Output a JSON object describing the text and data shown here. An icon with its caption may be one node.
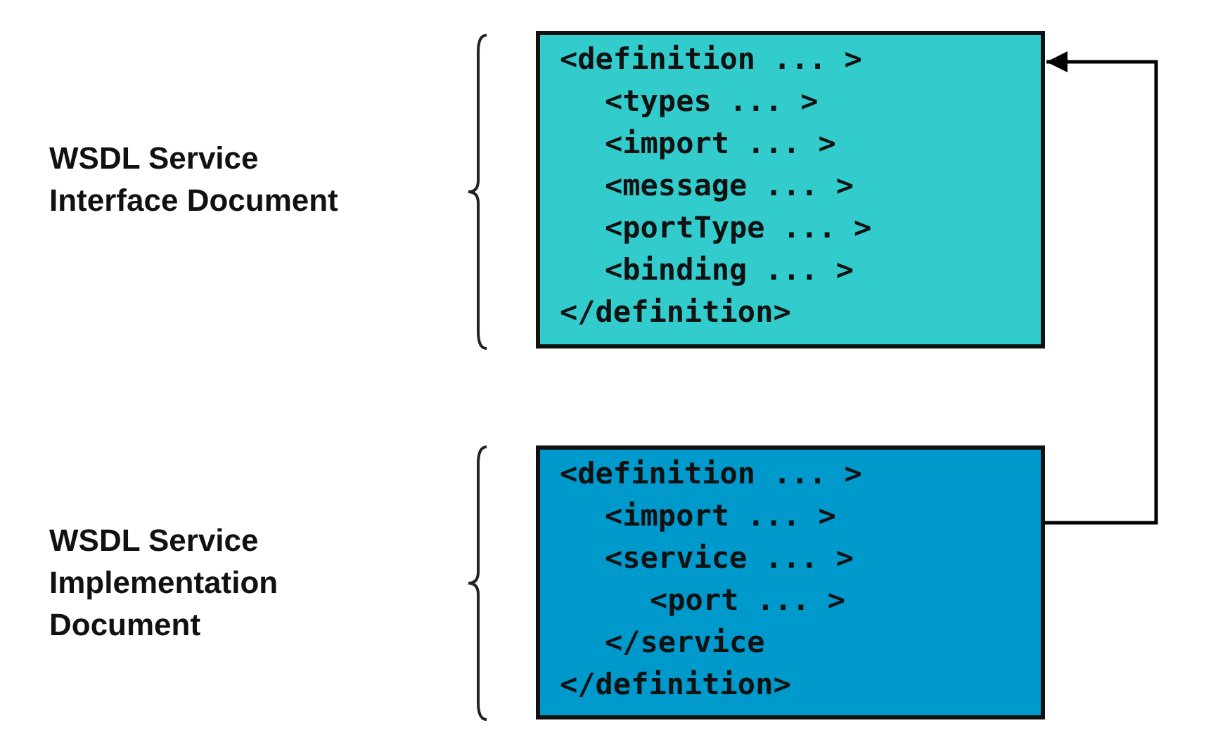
{
  "diagram": {
    "nodes": [
      {
        "text": [
          "<definition ... >",
          "<types ... >",
          "<import ... >",
          "<message ... >",
          "<portType ... >",
          "<binding ... >",
          "</definition>"
        ]
      },
      {
        "text": [
          "<definition ... >",
          "<import ... >",
          "<service ... >",
          "<port ... >",
          "</service",
          "</definition>"
        ]
      }
    ],
    "edges": [
      {
        "from": 1,
        "to": 0,
        "arrow": "to"
      }
    ],
    "labels": [
      "WSDL Service Interface Document",
      "WSDL Service Implementation Document"
    ]
  }
}
